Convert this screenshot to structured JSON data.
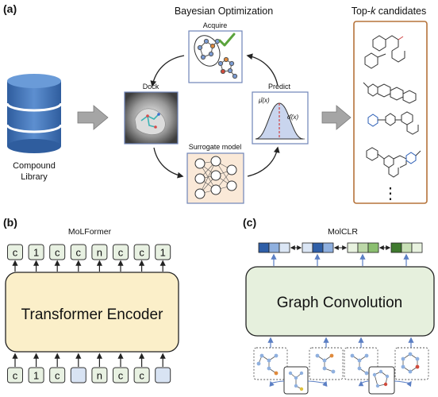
{
  "panel_a": {
    "label": "(a)",
    "bo_title": "Bayesian Optimization",
    "topk_title_pre": "Top-",
    "topk_title_k": "k",
    "topk_title_post": " candidates",
    "compound_library_line1": "Compound",
    "compound_library_line2": "Library",
    "acquire_label": "Acquire",
    "dock_label": "Dock",
    "predict_label": "Predict",
    "surrogate_label": "Surrogate model",
    "mu_label": "μ̂(x)",
    "sigma_label": "σ̂(x)",
    "ellipsis": "⋮"
  },
  "panel_b": {
    "label": "(b)",
    "model_name": "MoLFormer",
    "encoder_label": "Transformer Encoder",
    "output_tokens": [
      "c",
      "1",
      "c",
      "c",
      "n",
      "c",
      "c",
      "1"
    ],
    "input_tokens": [
      "c",
      "1",
      "c",
      "",
      "n",
      "c",
      "c",
      ""
    ]
  },
  "panel_c": {
    "label": "(c)",
    "model_name": "MolCLR",
    "conv_label": "Graph Convolution"
  },
  "colors": {
    "encoder_fill": "#fbefc9",
    "conv_fill": "#e6f0dd",
    "token_fill": "#e8f1e2",
    "mask_fill": "#d8e3f3",
    "candidates_border": "#b5733a",
    "database_blue": "#3f6fb0",
    "embed_blue": "#3a67ad",
    "embed_green": "#4d8a3c"
  },
  "icons": [
    "database-icon",
    "arrow-right-icon",
    "checkmark-icon",
    "molecule-icon",
    "docking-pose-icon",
    "gaussian-curve-icon",
    "neural-network-icon"
  ]
}
